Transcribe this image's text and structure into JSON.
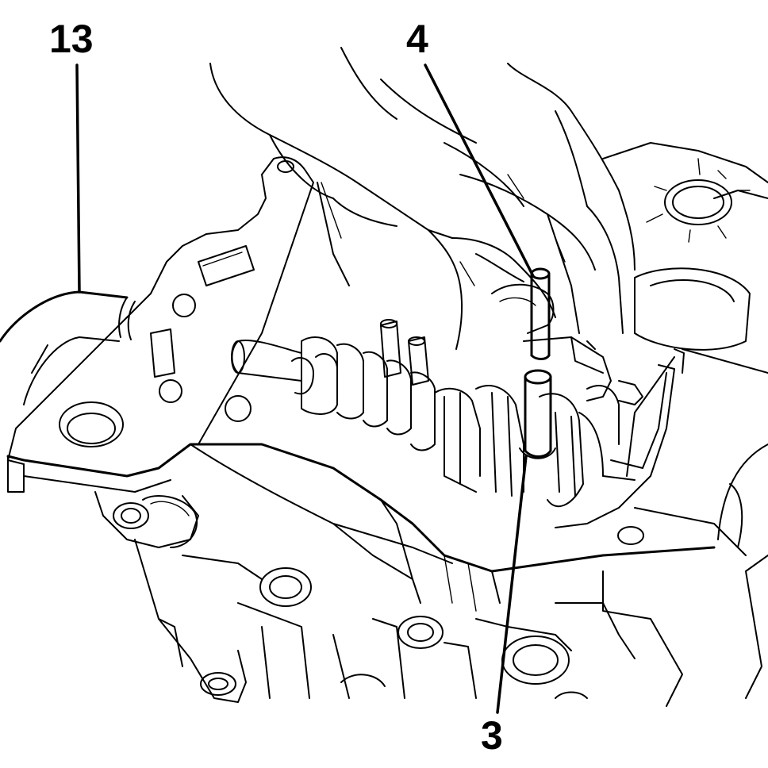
{
  "callouts": {
    "c13": "13",
    "c4": "4",
    "c3": "3"
  },
  "colors": {
    "ink": "#000000",
    "paper": "#ffffff"
  }
}
